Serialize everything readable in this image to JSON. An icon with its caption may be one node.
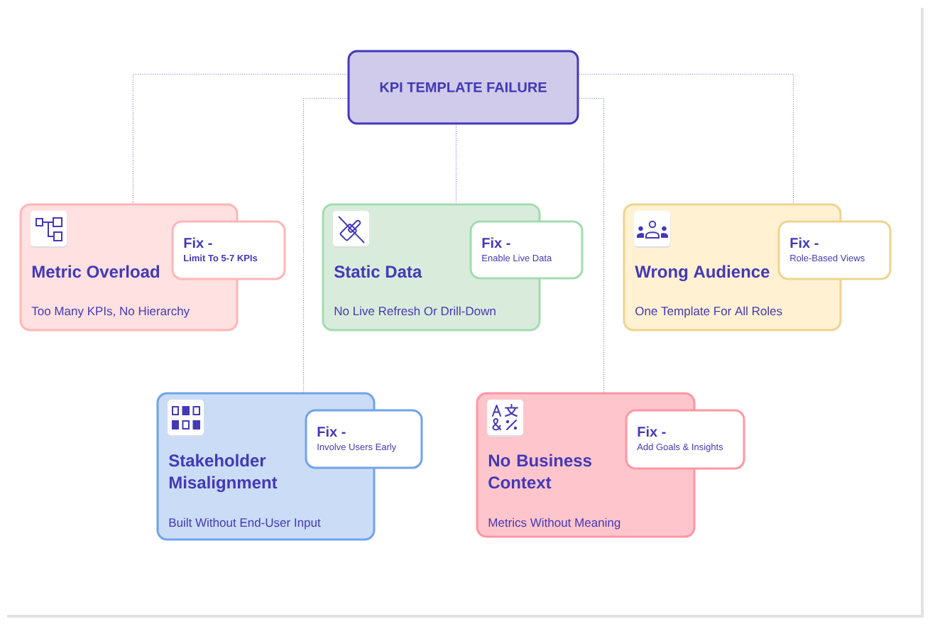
{
  "diagram": {
    "nodes": [
      {
        "text": [
          "KPI TEMPLATE FAILURE"
        ]
      },
      {
        "text": [
          "Metric Overload",
          "Too Many KPIs, No Hierarchy"
        ]
      },
      {
        "text": [
          "Fix -",
          "Limit To 5-7 KPIs"
        ]
      },
      {
        "text": [
          "Static Data",
          "No Live Refresh Or Drill-Down"
        ]
      },
      {
        "text": [
          "Fix -",
          "Enable Live Data"
        ]
      },
      {
        "text": [
          "Wrong Audience",
          "One Template For All Roles"
        ]
      },
      {
        "text": [
          "Fix -",
          "Role-Based Views"
        ]
      },
      {
        "text": [
          "Stakeholder Misalignment",
          "Built Without End-User Input"
        ]
      },
      {
        "text": [
          "Fix -",
          "Involve Users Early"
        ]
      },
      {
        "text": [
          "No Business Context",
          "Metrics Without Meaning"
        ]
      },
      {
        "text": [
          "Fix -",
          "Add Goals & Insights"
        ]
      }
    ],
    "edges": [
      {
        "from": 0,
        "to": 1,
        "arrow": "none"
      },
      {
        "from": 0,
        "to": 3,
        "arrow": "none"
      },
      {
        "from": 0,
        "to": 5,
        "arrow": "none"
      },
      {
        "from": 0,
        "to": 7,
        "arrow": "none"
      },
      {
        "from": 0,
        "to": 9,
        "arrow": "none"
      }
    ]
  }
}
